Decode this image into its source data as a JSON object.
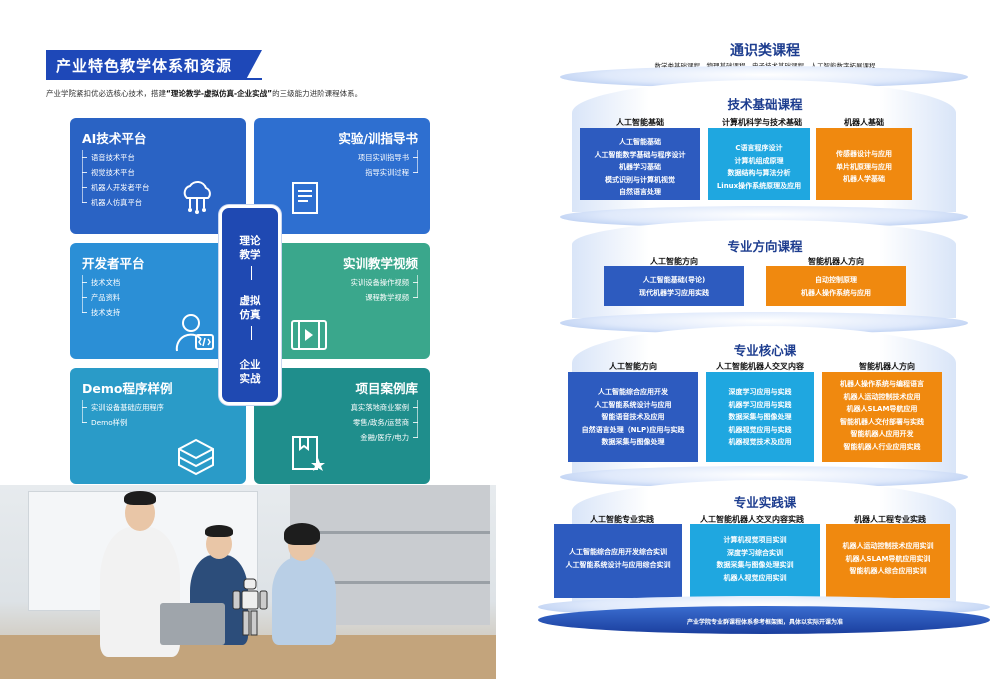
{
  "left": {
    "section_title": "产业特色教学体系和资源",
    "intro_prefix": "产业学院紧扣优必选核心技术，搭建",
    "intro_bold": "“理论教学-虚拟仿真-企业实战”",
    "intro_suffix": "的三级能力进阶课程体系。",
    "cards": [
      {
        "title": "AI技术平台",
        "items": [
          "语音技术平台",
          "视觉技术平台",
          "机器人开发者平台",
          "机器人仿真平台"
        ],
        "icon": "cloud-network-icon"
      },
      {
        "title": "实验/训指导书",
        "items": [
          "项目实训指导书",
          "指导实训过程"
        ],
        "icon": "book-icon"
      },
      {
        "title": "开发者平台",
        "items": [
          "技术文档",
          "产品资料",
          "技术支持"
        ],
        "icon": "developer-icon"
      },
      {
        "title": "实训教学视频",
        "items": [
          "实训设备操作视频",
          "课程教学视频"
        ],
        "icon": "video-icon"
      },
      {
        "title": "Demo程序样例",
        "items": [
          "实训设备基础应用程序",
          "Demo样例"
        ],
        "icon": "cube-icon"
      },
      {
        "title": "项目案例库",
        "items": [
          "真实落地商业案例",
          "零售/政务/运营商",
          "金融/医疗/电力"
        ],
        "icon": "bookmark-star-icon"
      }
    ],
    "center": {
      "a": "理论",
      "b": "教学",
      "c": "虚拟",
      "d": "仿真",
      "e": "企业",
      "f": "实战"
    }
  },
  "right": {
    "general": {
      "title": "通识类课程",
      "sub": "数学类基础课程、物理基础课程、电子技术基础课程、人工智能数字拓展课程"
    },
    "tech": {
      "title": "技术基础课程",
      "cols": [
        {
          "head": "人工智能基础",
          "items": [
            "人工智能基础",
            "人工智能数学基础与程序设计",
            "机器学习基础",
            "模式识别与计算机视觉",
            "自然语言处理"
          ]
        },
        {
          "head": "计算机科学与技术基础",
          "items": [
            "C语言程序设计",
            "计算机组成原理",
            "数据结构与算法分析",
            "Linux操作系统原理及应用"
          ]
        },
        {
          "head": "机器人基础",
          "items": [
            "传感器设计与应用",
            "单片机原理与应用",
            "机器人学基础"
          ]
        }
      ]
    },
    "direction": {
      "title": "专业方向课程",
      "cols": [
        {
          "head": "人工智能方向",
          "items": [
            "人工智能基础(导论)",
            "现代机器学习应用实践"
          ]
        },
        {
          "head": "智能机器人方向",
          "items": [
            "自动控制原理",
            "机器人操作系统与应用"
          ]
        }
      ]
    },
    "core": {
      "title": "专业核心课",
      "cols": [
        {
          "head": "人工智能方向",
          "items": [
            "人工智能综合应用开发",
            "人工智能系统设计与应用",
            "智能语音技术及应用",
            "自然语言处理（NLP)应用与实践",
            "数据采集与图像处理"
          ]
        },
        {
          "head": "人工智能机器人交叉内容",
          "items": [
            "深度学习应用与实践",
            "机器学习应用与实践",
            "数据采集与图像处理",
            "机器视觉应用与实践",
            "机器视觉技术及应用"
          ]
        },
        {
          "head": "智能机器人方向",
          "items": [
            "机器人操作系统与编程语言",
            "机器人运动控制技术应用",
            "机器人SLAM导航应用",
            "智能机器人交付部署与实践",
            "智能机器人应用开发",
            "智能机器人行业应用实践"
          ]
        }
      ]
    },
    "practice": {
      "title": "专业实践课",
      "cols": [
        {
          "head": "人工智能专业实践",
          "items": [
            "人工智能综合应用开发综合实训",
            "人工智能系统设计与应用综合实训"
          ]
        },
        {
          "head": "人工智能机器人交叉内容实践",
          "items": [
            "计算机视觉项目实训",
            "深度学习综合实训",
            "数据采集与图像处理实训",
            "机器人视觉应用实训"
          ]
        },
        {
          "head": "机器人工程专业实践",
          "items": [
            "机器人运动控制技术应用实训",
            "机器人SLAM导航应用实训",
            "智能机器人综合应用实训"
          ]
        }
      ]
    },
    "footnote": "产业学院专业群课程体系参考框架图，具体以实际开课为准"
  },
  "colors": {
    "accent_blue": "#1e48b8",
    "box_blue": "#2d5bbf",
    "box_cyan": "#1fa7e0",
    "box_orange": "#f0890f"
  }
}
